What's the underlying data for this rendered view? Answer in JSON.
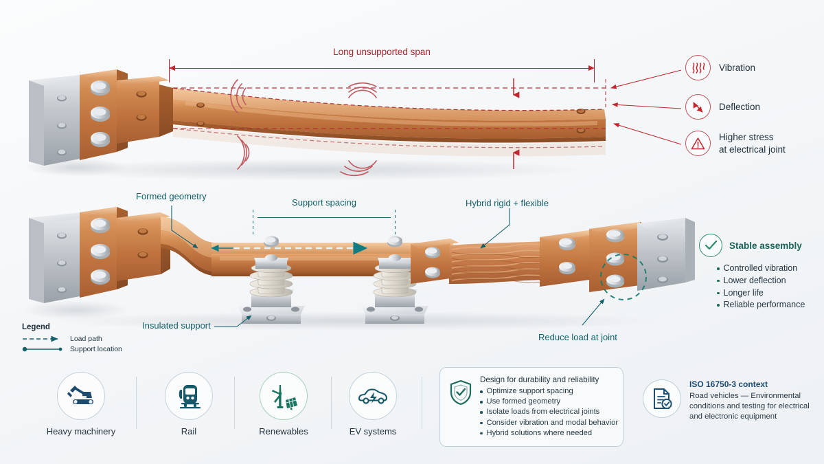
{
  "top_section": {
    "span_label": "Long unsupported span",
    "callouts": [
      {
        "icon": "vibration-icon",
        "label": "Vibration"
      },
      {
        "icon": "deflection-icon",
        "label": "Deflection"
      },
      {
        "icon": "warning-icon",
        "label_line1": "Higher stress",
        "label_line2": "at electrical joint"
      }
    ]
  },
  "bottom_section": {
    "labels": {
      "formed_geometry": "Formed geometry",
      "support_spacing": "Support spacing",
      "hybrid": "Hybrid rigid + flexible",
      "insulated_support": "Insulated support",
      "reduce_load": "Reduce load at joint"
    },
    "stable": {
      "icon": "check-circle-icon",
      "title": "Stable assembly",
      "items": [
        "Controlled vibration",
        "Lower deflection",
        "Longer life",
        "Reliable performance"
      ]
    }
  },
  "legend": {
    "title": "Legend",
    "items": [
      {
        "icon": "dashed-arrow-icon",
        "label": "Load path"
      },
      {
        "icon": "support-dot-line-icon",
        "label": "Support location"
      }
    ]
  },
  "applications": [
    {
      "icon": "excavator-icon",
      "label": "Heavy machinery",
      "accent": "blue"
    },
    {
      "icon": "train-icon",
      "label": "Rail",
      "accent": "blue"
    },
    {
      "icon": "wind-solar-icon",
      "label": "Renewables",
      "accent": "green"
    },
    {
      "icon": "ev-car-icon",
      "label": "EV systems",
      "accent": "blue"
    }
  ],
  "design_box": {
    "icon": "shield-check-icon",
    "title": "Design for durability and reliability",
    "items": [
      "Optimize support spacing",
      "Use formed geometry",
      "Isolate loads from electrical joints",
      "Consider vibration and modal behavior",
      "Hybrid solutions where needed"
    ]
  },
  "standard": {
    "icon": "document-check-icon",
    "title": "ISO 16750-3 context",
    "description": "Road vehicles — Environmental conditions and testing for electrical and electronic equipment"
  },
  "colors": {
    "red": "#c0272f",
    "teal": "#13606b",
    "green": "#2e8b6d",
    "navy": "#1d4f5c",
    "copper": "#c87844"
  }
}
